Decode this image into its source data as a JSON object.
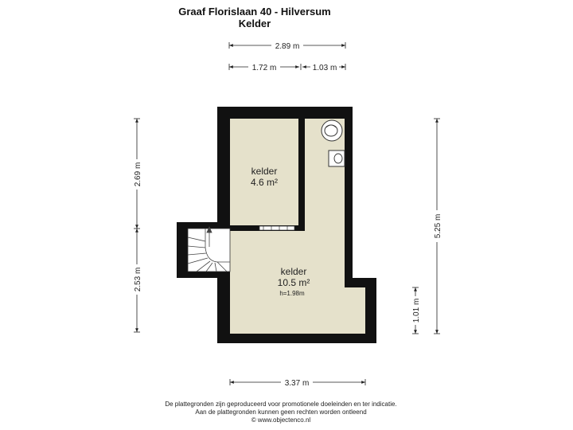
{
  "header": {
    "address": "Graaf Florislaan 40 - Hilversum",
    "floor": "Kelder"
  },
  "dimensions": {
    "top_total": "2.89 m",
    "top_left": "1.72 m",
    "top_right": "1.03 m",
    "left_upper": "2.69 m",
    "left_lower": "2.53 m",
    "right_total": "5.25 m",
    "right_small": "1.01 m",
    "bottom": "3.37 m"
  },
  "rooms": [
    {
      "name": "kelder",
      "area": "4.6 m²"
    },
    {
      "name": "kelder",
      "area": "10.5 m²",
      "height": "h=1.98m"
    }
  ],
  "colors": {
    "floor": "#e5e1cb",
    "wall": "#111111",
    "line": "#222222"
  },
  "footer": {
    "line1": "De plattegronden zijn geproduceerd voor promotionele doeleinden en ter indicatie.",
    "line2": "Aan de plattegronden kunnen geen rechten worden ontleend",
    "line3": "© www.objectenco.nl"
  }
}
